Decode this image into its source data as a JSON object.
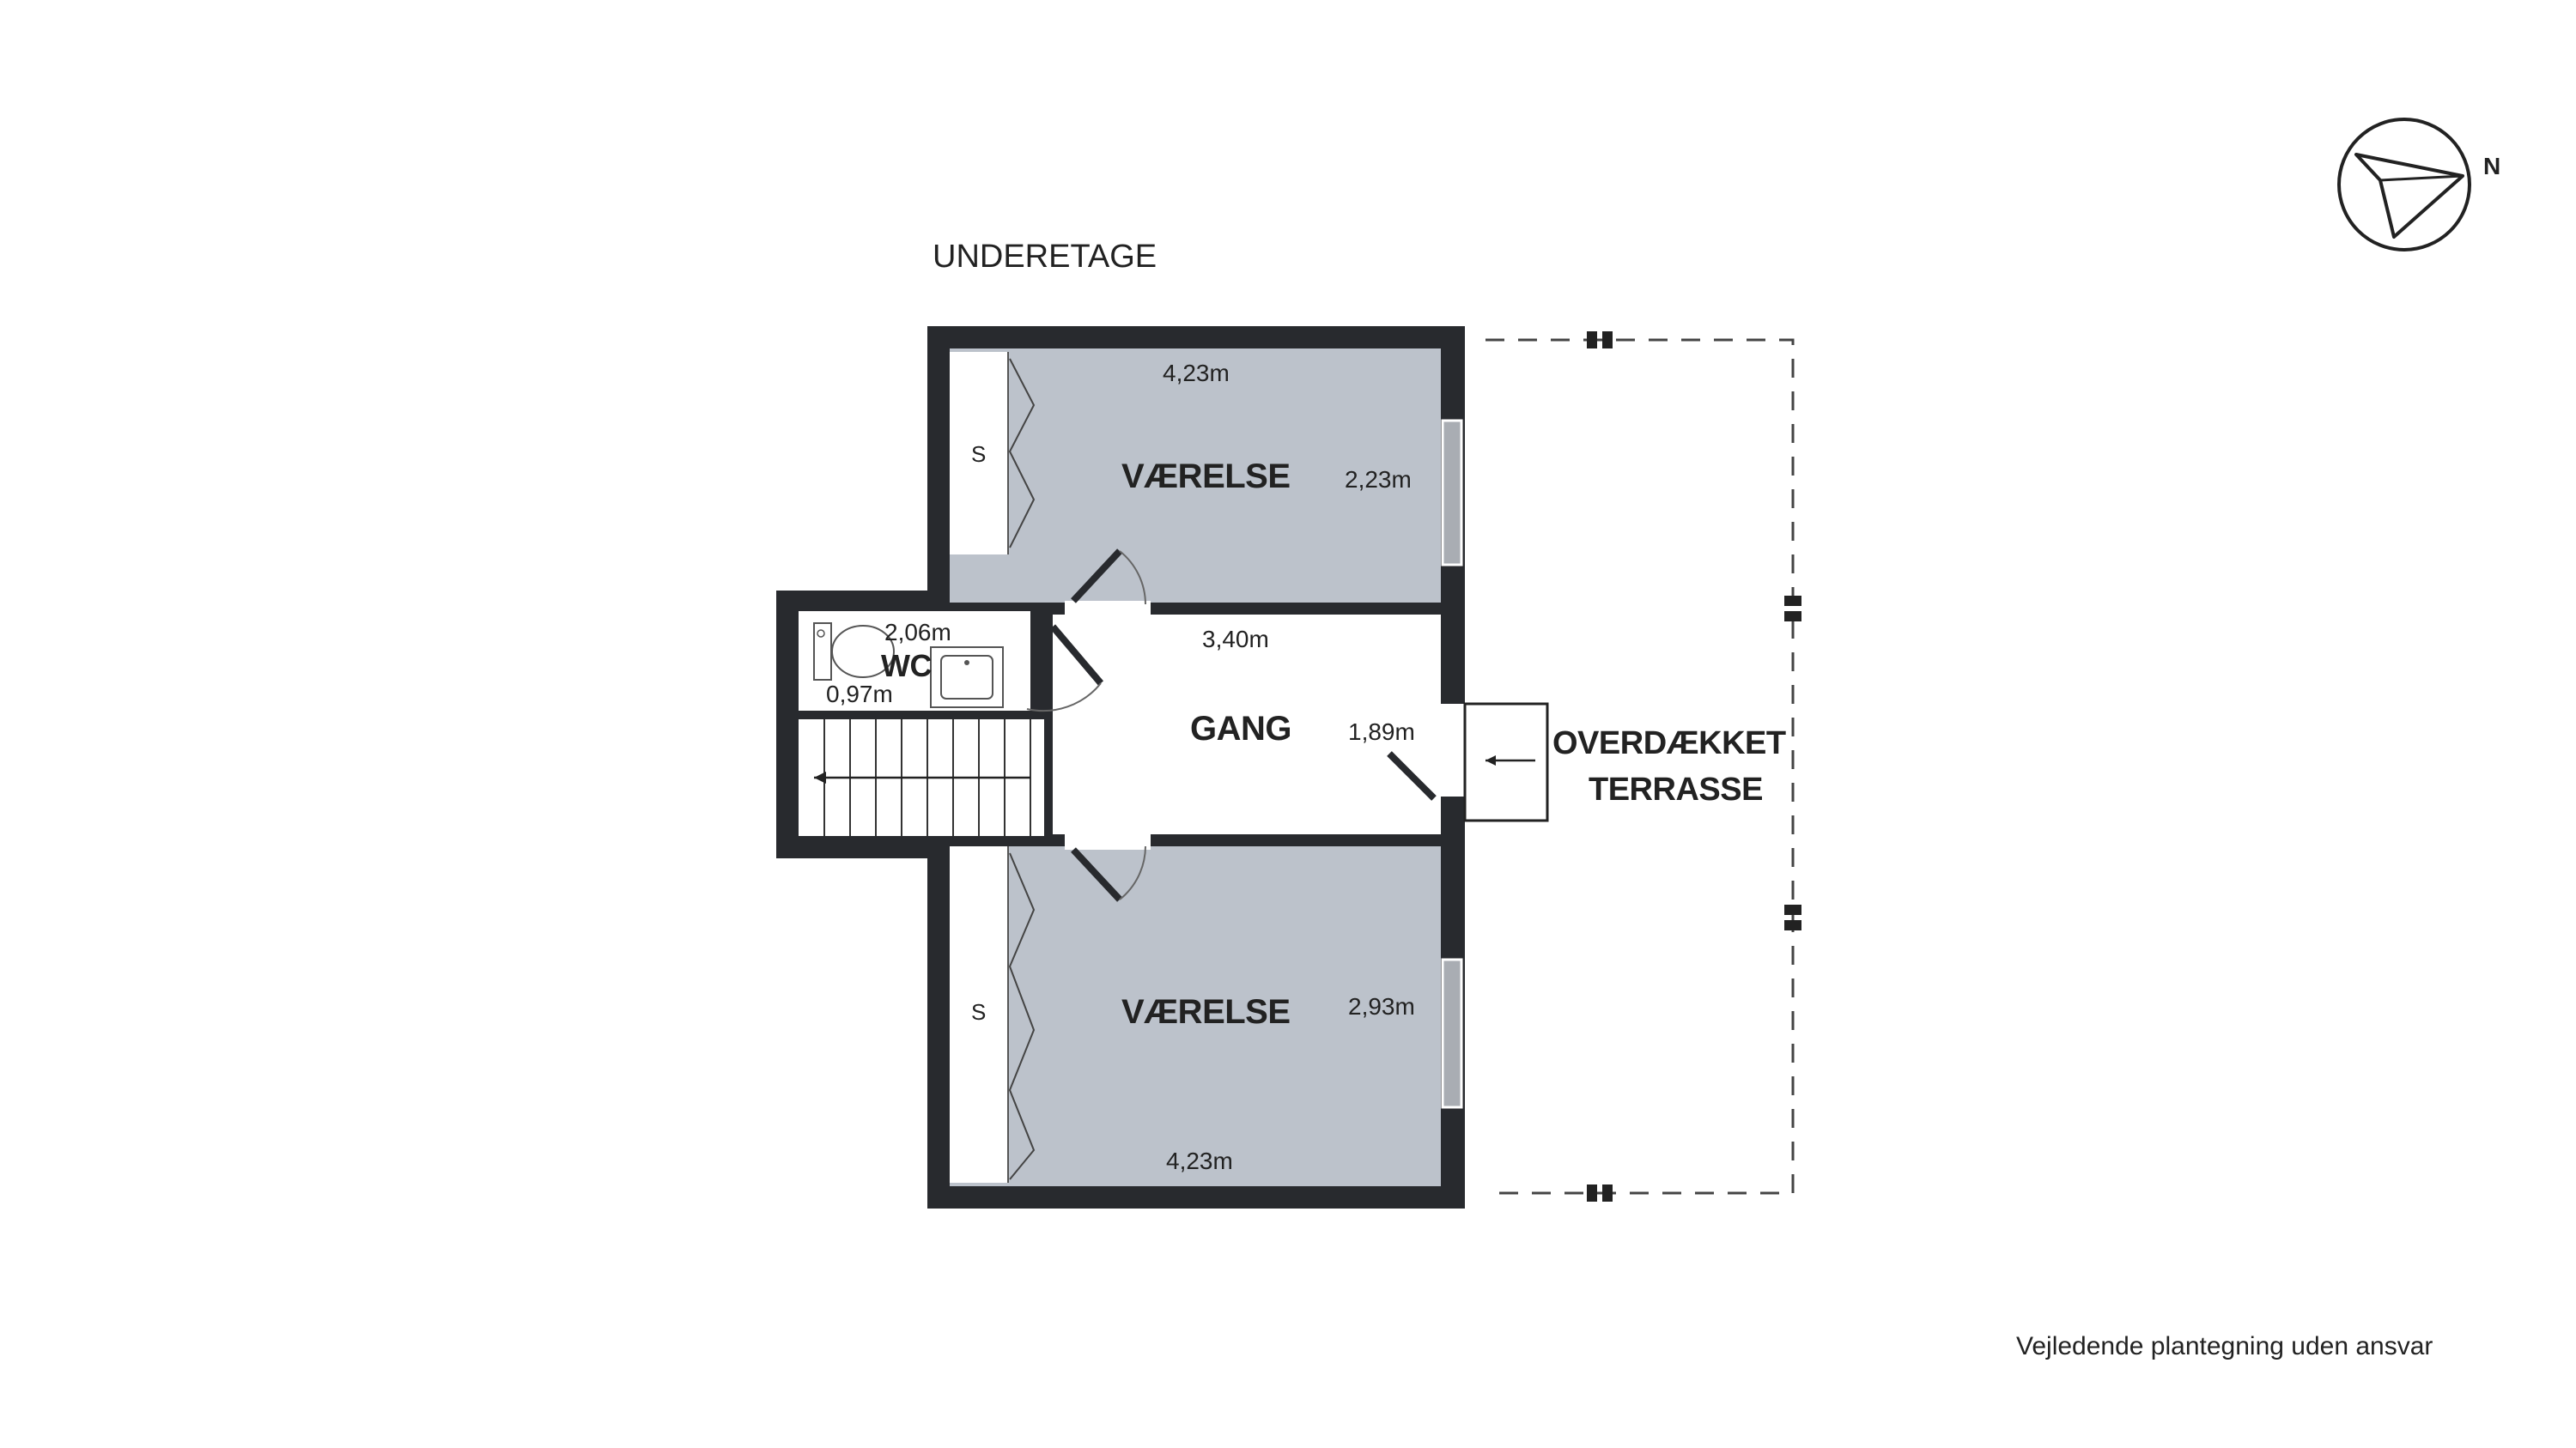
{
  "floor_title": "UNDERETAGE",
  "compass": {
    "label": "N"
  },
  "rooms": {
    "bedroom_top": {
      "label": "VÆRELSE",
      "dim_width": "4,23m",
      "dim_depth": "2,23m",
      "closet": "S"
    },
    "bedroom_bottom": {
      "label": "VÆRELSE",
      "dim_width": "4,23m",
      "dim_depth": "2,93m",
      "closet": "S"
    },
    "hall": {
      "label": "GANG",
      "dim_width": "3,40m",
      "dim_depth": "1,89m"
    },
    "wc": {
      "label": "WC",
      "dim_width": "2,06m",
      "dim_depth": "0,97m"
    },
    "terrace": {
      "line1": "OVERDÆKKET",
      "line2": "TERRASSE"
    }
  },
  "disclaimer": "Vejledende plantegning uden ansvar",
  "colors": {
    "wall": "#282a2e",
    "room_fill": "#bcc2cb",
    "window": "#a9adb3"
  }
}
